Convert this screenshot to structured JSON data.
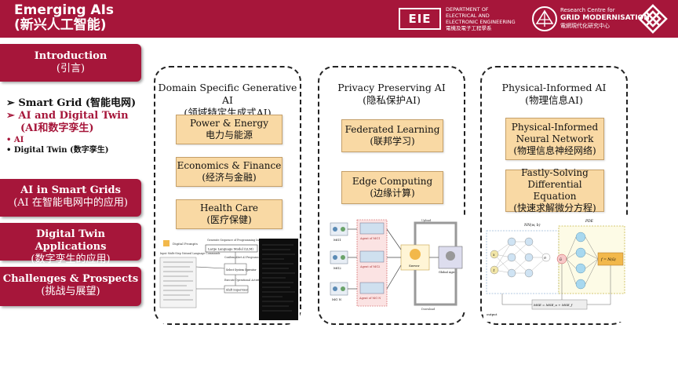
{
  "header": {
    "title_en": "Emerging AIs",
    "title_zh": "(新兴人工智能)",
    "dept_logo_text": "EIE",
    "dept_lines": [
      "DEPARTMENT OF",
      "ELECTRICAL AND",
      "ELECTRONIC ENGINEERING",
      "電機及電子工程學系"
    ],
    "rc_lines_small": [
      "Research Centre for"
    ],
    "rc_lines_big": [
      "GRID MODERNISATION"
    ],
    "rc_lines_zh": [
      "電網現代化研究中心"
    ]
  },
  "sidebar": {
    "intro": {
      "en": "Introduction",
      "zh": "(引言)"
    },
    "bullets": {
      "smart_grid": "➢ Smart Grid (智能电网)",
      "ai_dt_line1": "➢ AI and Digital Twin",
      "ai_dt_line2": "(AI和数字孪生)",
      "ai": "•  AI",
      "dt": "•  Digital Twin (数字孪生)"
    },
    "ai_smart_grids": {
      "en": "AI in Smart Grids",
      "zh": "(AI 在智能电网中的应用)"
    },
    "dt_apps": {
      "en": "Digital Twin Applications",
      "zh": "(数字孪生的应用)"
    },
    "challenges": {
      "en": "Challenges & Prospects",
      "zh": "(挑战与展望)"
    }
  },
  "panels": [
    {
      "title_en": "Domain Specific Generative AI",
      "title_zh": "(领域特定生成式AI)",
      "boxes": [
        {
          "en": "Power & Energy",
          "zh": "电力与能源"
        },
        {
          "en": "Economics & Finance",
          "zh": "(经济与金融)"
        },
        {
          "en": "Health Care",
          "zh": "(医疗保健)"
        }
      ],
      "figure": {
        "digital_prompts": "Digital Prompts",
        "generate_sequence": "Generate Sequence of Programming Instructions (JSON file)",
        "llm": "Large Language Model (LLM)",
        "input": "Input Multi-Step Natural Language Commands",
        "confirm": "Confirm/Alert AI Programs",
        "select_system": "Select System Operator",
        "execute": "Execute Operational Activities",
        "shift_supervisor": "Shift Supervisor"
      }
    },
    {
      "title_en": "Privacy Preserving AI",
      "title_zh": "(隐私保护AI)",
      "boxes": [
        {
          "en": "Federated Learning",
          "zh": "(联邦学习)"
        },
        {
          "en": "Edge Computing",
          "zh": "(边缘计算)"
        }
      ],
      "figure": {
        "mg1": "MG1",
        "mg2": "MG2",
        "mgn": "MG N",
        "agent1": "Agent of MG1",
        "agent2": "Agent of MG2",
        "agentn": "Agent of MG N",
        "server": "Server",
        "global_agent": "Global Agent",
        "upload": "Upload",
        "download": "Download"
      }
    },
    {
      "title_en": "Physical-Informed AI",
      "title_zh": "(物理信息AI)",
      "boxes": [
        {
          "en1": "Physical-Informed",
          "en2": "Neural Network",
          "zh": "(物理信息神经网络)"
        },
        {
          "en1": "Fastly-Solving",
          "en2": "Differential Equation",
          "zh": "(快速求解微分方程)"
        }
      ],
      "figure": {
        "nn_label": "NN(w, b)",
        "pde_label": "PDE",
        "f_label": "f = N(û)",
        "x_label": "x",
        "t_label": "t",
        "sigma": "σ",
        "u_hat": "û",
        "loss": "MSE = MSE_u + MSE_f",
        "output": "output"
      }
    }
  ],
  "colors": {
    "brand": "#a6163a",
    "box_fill": "#f9d9a4"
  }
}
